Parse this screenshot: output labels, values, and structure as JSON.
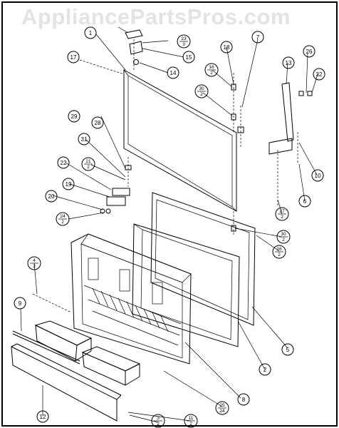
{
  "watermark": "AppliancePartsPros.com",
  "callouts": [
    {
      "id": "c1",
      "text": "1"
    },
    {
      "id": "c2",
      "text": "2"
    },
    {
      "id": "c5",
      "text": "5"
    },
    {
      "id": "c6",
      "text": "6"
    },
    {
      "id": "c7",
      "text": "7"
    },
    {
      "id": "c8",
      "text": "8"
    },
    {
      "id": "c9",
      "text": "9"
    },
    {
      "id": "c10",
      "text": "10"
    },
    {
      "id": "c12",
      "text": "12"
    },
    {
      "id": "c13",
      "text": "13"
    },
    {
      "id": "c14",
      "text": "14"
    },
    {
      "id": "c15",
      "text": "15"
    },
    {
      "id": "c17",
      "text": "17"
    },
    {
      "id": "c18",
      "text": "18"
    },
    {
      "id": "c19",
      "text": "19"
    },
    {
      "id": "c20",
      "text": "20"
    },
    {
      "id": "c22",
      "text": "22"
    },
    {
      "id": "c26",
      "text": "26"
    },
    {
      "id": "c28",
      "text": "28"
    },
    {
      "id": "c29",
      "text": "29"
    },
    {
      "id": "c31",
      "text": "31"
    },
    {
      "id": "c32",
      "text": "32"
    }
  ],
  "fraction_callouts": [
    {
      "id": "f23",
      "num": "23",
      "den": "3"
    },
    {
      "id": "f16a",
      "num": "16",
      "den": "2"
    },
    {
      "id": "f30a",
      "num": "30",
      "den": "2"
    },
    {
      "id": "f21",
      "num": "21",
      "den": "2"
    },
    {
      "id": "f24",
      "num": "24",
      "den": "2"
    },
    {
      "id": "f27",
      "num": "27",
      "den": "2"
    },
    {
      "id": "f30b",
      "num": "30",
      "den": "2"
    },
    {
      "id": "f16b",
      "num": "16",
      "den": "2"
    },
    {
      "id": "f4",
      "num": "4",
      "den": "2"
    },
    {
      "id": "f25",
      "num": "25",
      "den": "24"
    },
    {
      "id": "f11",
      "num": "11",
      "den": "2"
    },
    {
      "id": "f3",
      "num": "3",
      "den": "2"
    }
  ]
}
